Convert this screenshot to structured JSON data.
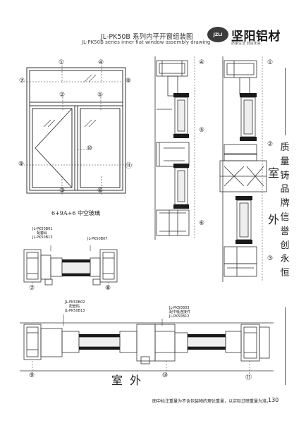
{
  "header": {
    "title_cn": "JL-PK50B 系列内平开窗组装图",
    "title_en": "JL-PK50B series inner flat window assembly drawing"
  },
  "logo": {
    "badge_text": "JZLI",
    "name": "坚阳铝材",
    "slogan": "质量生活 创造未来"
  },
  "side_slogan": [
    "质",
    "量",
    "铸",
    "品",
    "牌",
    "信",
    "誉",
    "创",
    "永",
    "恒"
  ],
  "elevation": {
    "markers": [
      "①",
      "②",
      "③",
      "④",
      "⑤",
      "⑥",
      "⑦",
      "⑧",
      "⑨",
      "⑩",
      "⑪"
    ],
    "glass_caption": "6+9A+6  中空玻璃"
  },
  "vertical_sections": {
    "col1_markers": [
      "④",
      "⑤",
      "⑥"
    ],
    "col2_markers": [
      "①",
      "②",
      "③"
    ],
    "room_outside": [
      "室",
      "外"
    ]
  },
  "section_top": {
    "labels": [
      [
        "JL-PK50B01",
        "配套码",
        "JL-PK50B13"
      ],
      [
        "JL-PK50B07"
      ]
    ],
    "markers": [
      "⑦",
      "⑧"
    ]
  },
  "section_bottom": {
    "labels": [
      [
        "JL-PK50B02",
        "配套码",
        "JL-PK50B13"
      ],
      [
        "JL-PK50B03",
        "配中梃连接件",
        "JL-PK50B12"
      ]
    ],
    "markers": [
      "⑨",
      "⑩",
      "⑪"
    ],
    "room_outside": "室  外"
  },
  "footer": {
    "note": "图中标注重量为不含包装物的理论重量，以实际过磅重量为准。",
    "page": "130"
  },
  "colors": {
    "line": "#333333",
    "gasket": "#1a1a1a",
    "divider": "#555555"
  }
}
